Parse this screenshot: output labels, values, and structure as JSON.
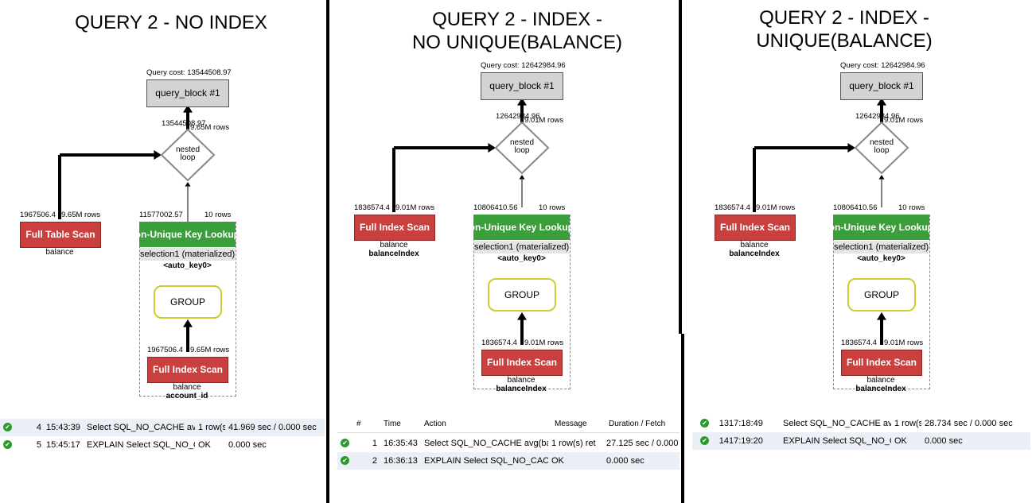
{
  "panels": [
    {
      "title_lines": [
        "QUERY 2 - NO INDEX"
      ],
      "query_cost": "Query cost: 13544508.97",
      "query_block": "query_block #1",
      "nested_cost": "13544508.97",
      "nested_rows": "9.65M rows",
      "nested_label": [
        "nested",
        "loop"
      ],
      "left_cost": "1967506.4",
      "left_rows": "9.65M rows",
      "left_op": "Full Table Scan",
      "left_table": "balance",
      "left_index": "",
      "right_cost": "11577002.57",
      "right_rows": "10 rows",
      "lookup_label": "Non-Unique Key Lookup",
      "mat_label": "selection1 (materialized)",
      "auto_key": "<auto_key0>",
      "group_label": "GROUP",
      "inner_cost": "1967506.4",
      "inner_rows": "9.65M rows",
      "inner_op": "Full Index Scan",
      "inner_table": "balance",
      "inner_index": "account_id",
      "log_headers": [],
      "log_rows": [
        {
          "num": "4",
          "time": "15:43:39",
          "action": "Select SQL_NO_CACHE avg",
          "message": "1 row(s",
          "duration": "41.969 sec / 0.000 sec"
        },
        {
          "num": "5",
          "time": "15:45:17",
          "action": "EXPLAIN Select SQL_NO_C",
          "message": "OK",
          "duration": "0.000 sec"
        }
      ]
    },
    {
      "title_lines": [
        "QUERY 2 - INDEX -",
        "NO UNIQUE(BALANCE)"
      ],
      "query_cost": "Query cost: 12642984.96",
      "query_block": "query_block #1",
      "nested_cost": "12642984.96",
      "nested_rows": "9.01M rows",
      "nested_label": [
        "nested",
        "loop"
      ],
      "left_cost": "1836574.4",
      "left_rows": "9.01M rows",
      "left_op": "Full Index Scan",
      "left_table": "balance",
      "left_index": "balanceIndex",
      "right_cost": "10806410.56",
      "right_rows": "10 rows",
      "lookup_label": "Non-Unique Key Lookup",
      "mat_label": "selection1 (materialized)",
      "auto_key": "<auto_key0>",
      "group_label": "GROUP",
      "inner_cost": "1836574.4",
      "inner_rows": "9.01M rows",
      "inner_op": "Full Index Scan",
      "inner_table": "balance",
      "inner_index": "balanceIndex",
      "log_headers": [
        "#",
        "Time",
        "Action",
        "Message",
        "Duration / Fetch"
      ],
      "log_rows": [
        {
          "num": "1",
          "time": "16:35:43",
          "action": "Select SQL_NO_CACHE avg(bal",
          "message": "1 row(s) ret",
          "duration": "27.125 sec / 0.000 sec"
        },
        {
          "num": "2",
          "time": "16:36:13",
          "action": "EXPLAIN Select SQL_NO_CACHE",
          "message": "OK",
          "duration": "0.000 sec"
        }
      ]
    },
    {
      "title_lines": [
        "QUERY 2 - INDEX -",
        "UNIQUE(BALANCE)"
      ],
      "query_cost": "Query cost: 12642984.96",
      "query_block": "query_block #1",
      "nested_cost": "12642984.96",
      "nested_rows": "9.01M rows",
      "nested_label": [
        "nested",
        "loop"
      ],
      "left_cost": "1836574.4",
      "left_rows": "9.01M rows",
      "left_op": "Full Index Scan",
      "left_table": "balance",
      "left_index": "balanceIndex",
      "right_cost": "10806410.56",
      "right_rows": "10 rows",
      "lookup_label": "Non-Unique Key Lookup",
      "mat_label": "selection1 (materialized)",
      "auto_key": "<auto_key0>",
      "group_label": "GROUP",
      "inner_cost": "1836574.4",
      "inner_rows": "9.01M rows",
      "inner_op": "Full Index Scan",
      "inner_table": "balance",
      "inner_index": "balanceIndex",
      "log_headers": [],
      "log_rows": [
        {
          "num": "13",
          "time": "17:18:49",
          "action": "Select SQL_NO_CACHE avg",
          "message": "1 row(s",
          "duration": "28.734 sec / 0.000 sec"
        },
        {
          "num": "14",
          "time": "17:19:20",
          "action": "EXPLAIN Select SQL_NO_C",
          "message": "OK",
          "duration": "0.000 sec"
        }
      ]
    }
  ],
  "status_icon": "check-circle-icon",
  "colors": {
    "scan_red": "#c9403f",
    "lookup_green": "#3a9e3a",
    "group_border": "#cccc33",
    "block_gray": "#d3d3d3",
    "ok_green": "#2e9a2e"
  }
}
